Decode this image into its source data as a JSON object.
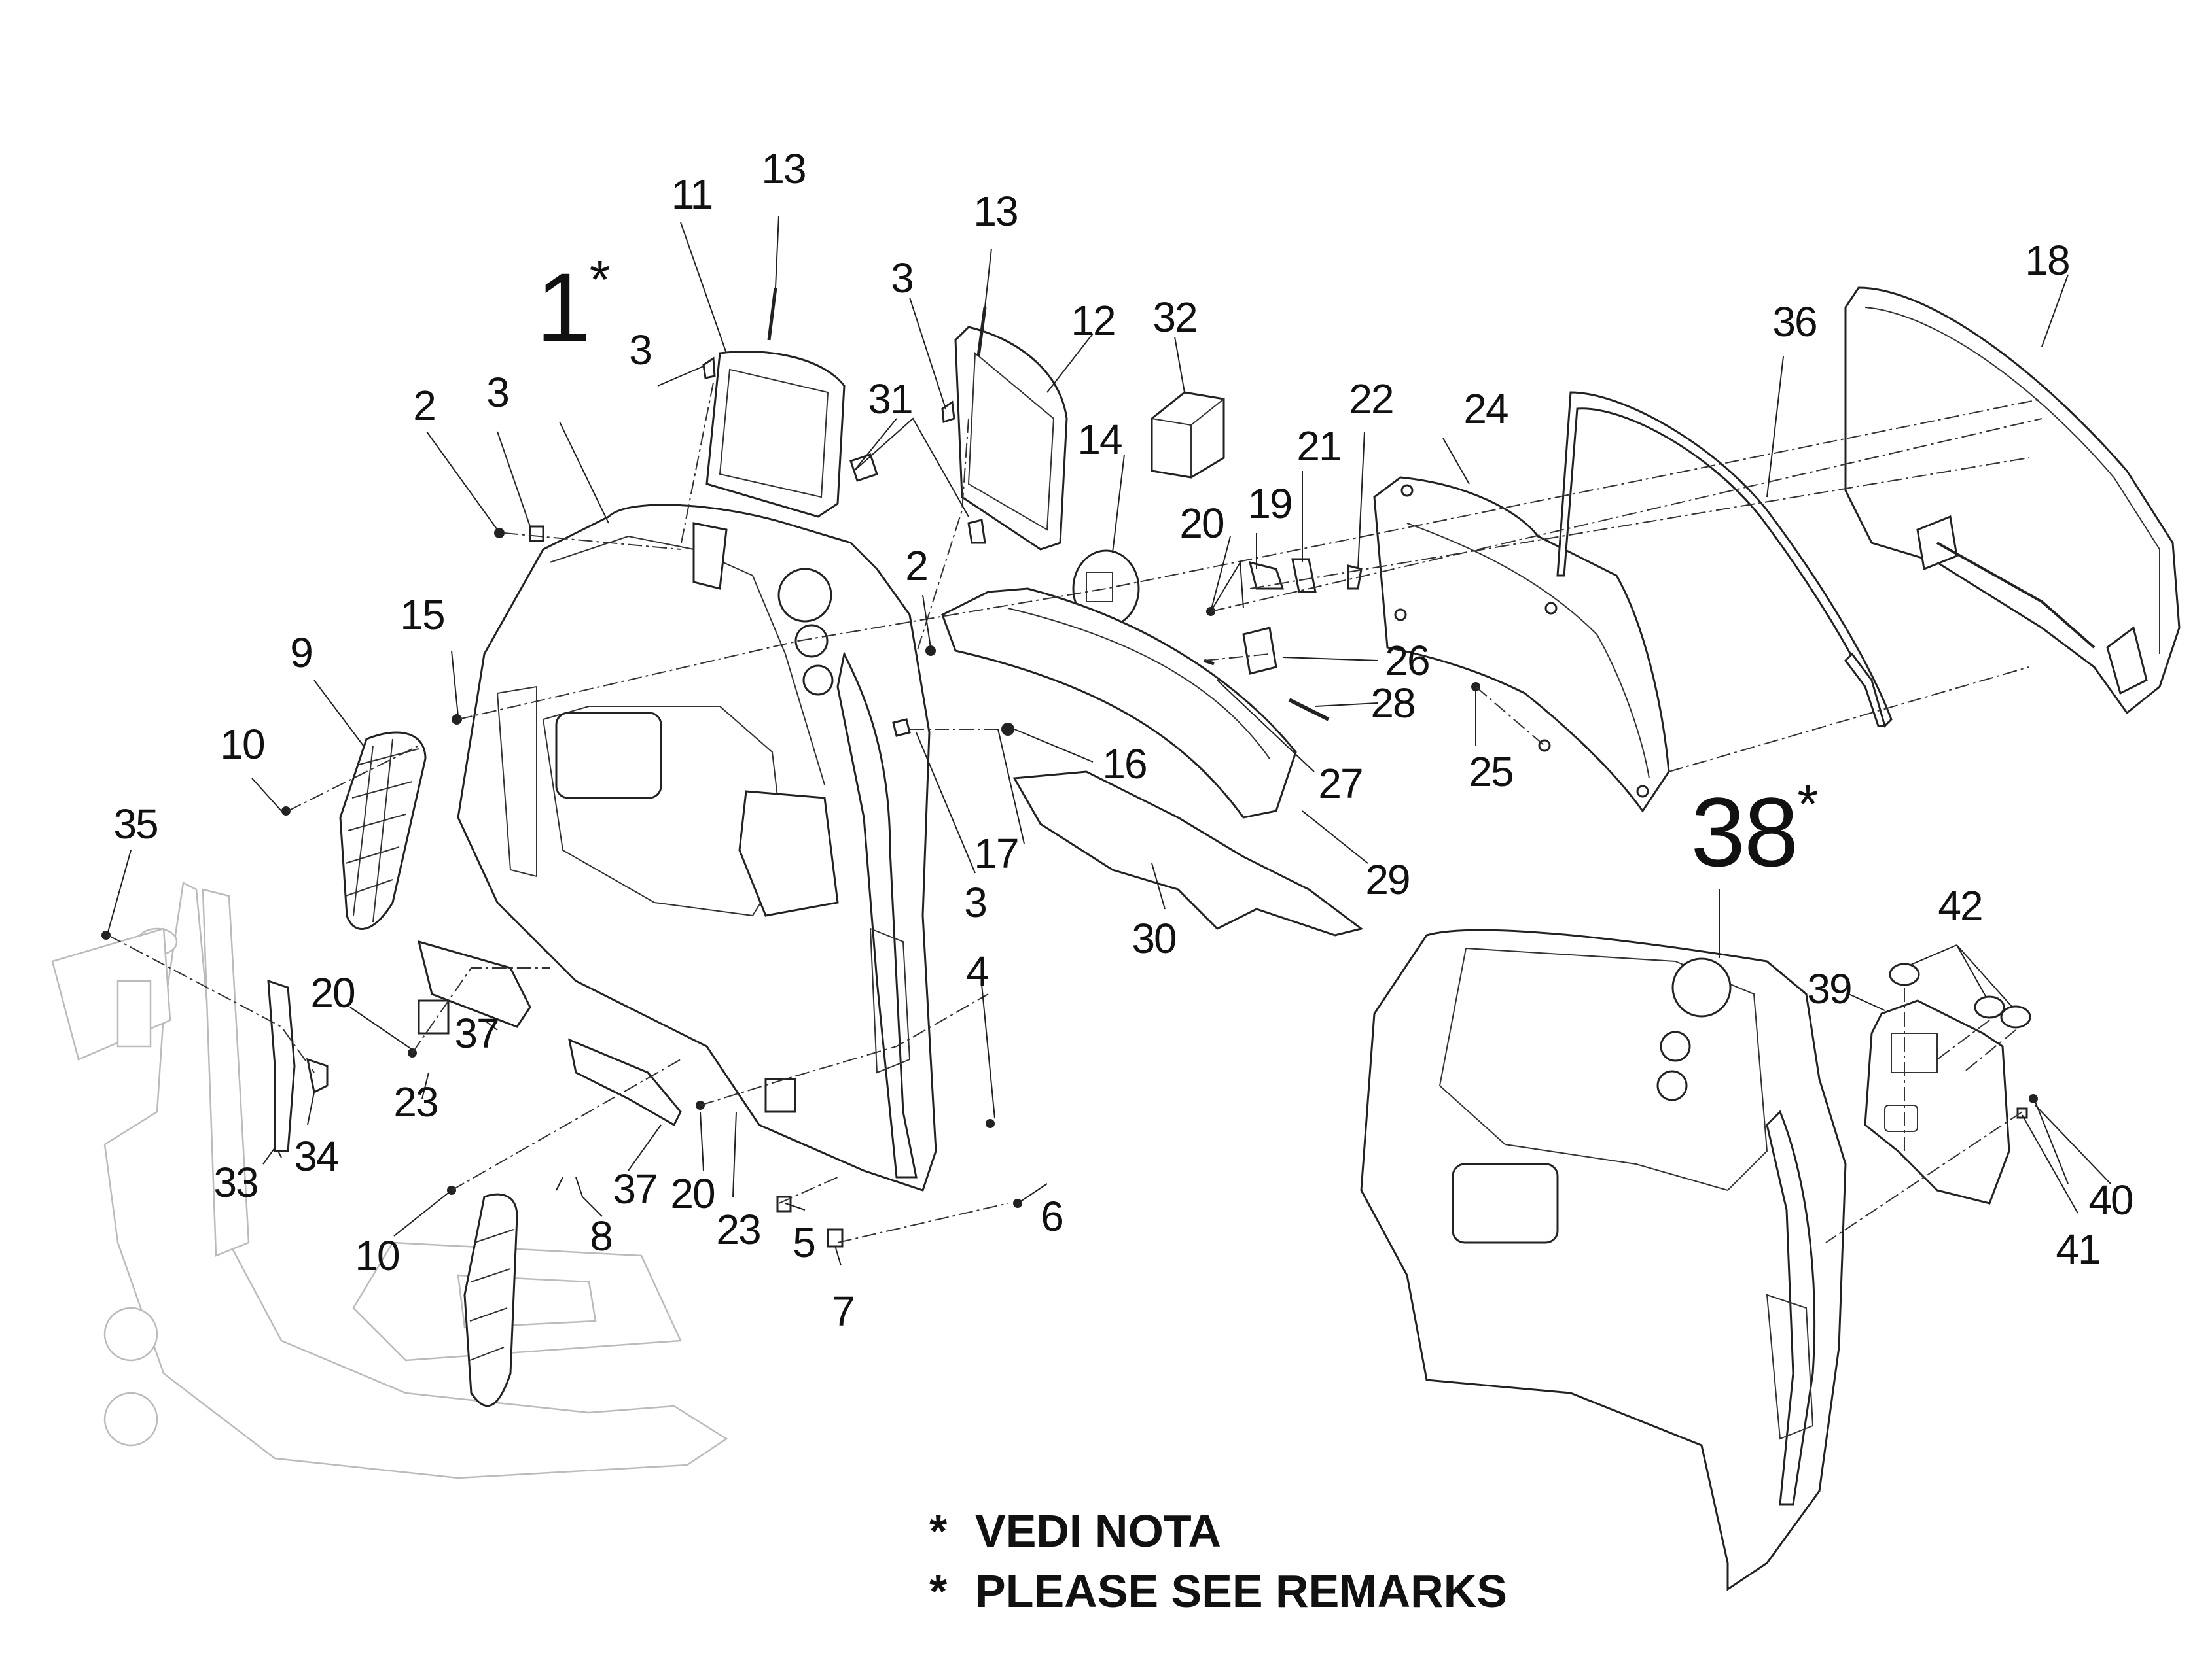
{
  "diagram": {
    "type": "exploded-parts-diagram",
    "main_assemblies": [
      {
        "ref": "1",
        "marker": "*"
      },
      {
        "ref": "38",
        "marker": "*"
      }
    ],
    "labels": [
      {
        "id": "l1",
        "text": "1",
        "star": "*"
      },
      {
        "id": "l2a",
        "text": "2"
      },
      {
        "id": "l2b",
        "text": "2"
      },
      {
        "id": "l3a",
        "text": "3"
      },
      {
        "id": "l3b",
        "text": "3"
      },
      {
        "id": "l3c",
        "text": "3"
      },
      {
        "id": "l3d",
        "text": "3"
      },
      {
        "id": "l4",
        "text": "4"
      },
      {
        "id": "l5",
        "text": "5"
      },
      {
        "id": "l6",
        "text": "6"
      },
      {
        "id": "l7",
        "text": "7"
      },
      {
        "id": "l8",
        "text": "8"
      },
      {
        "id": "l9",
        "text": "9"
      },
      {
        "id": "l10a",
        "text": "10"
      },
      {
        "id": "l10b",
        "text": "10"
      },
      {
        "id": "l11",
        "text": "11"
      },
      {
        "id": "l12",
        "text": "12"
      },
      {
        "id": "l13a",
        "text": "13"
      },
      {
        "id": "l13b",
        "text": "13"
      },
      {
        "id": "l14",
        "text": "14"
      },
      {
        "id": "l15",
        "text": "15"
      },
      {
        "id": "l16",
        "text": "16"
      },
      {
        "id": "l17",
        "text": "17"
      },
      {
        "id": "l18",
        "text": "18"
      },
      {
        "id": "l19",
        "text": "19"
      },
      {
        "id": "l20a",
        "text": "20"
      },
      {
        "id": "l20b",
        "text": "20"
      },
      {
        "id": "l20c",
        "text": "20"
      },
      {
        "id": "l21",
        "text": "21"
      },
      {
        "id": "l22",
        "text": "22"
      },
      {
        "id": "l23a",
        "text": "23"
      },
      {
        "id": "l23b",
        "text": "23"
      },
      {
        "id": "l24",
        "text": "24"
      },
      {
        "id": "l25",
        "text": "25"
      },
      {
        "id": "l26",
        "text": "26"
      },
      {
        "id": "l27",
        "text": "27"
      },
      {
        "id": "l28",
        "text": "28"
      },
      {
        "id": "l29",
        "text": "29"
      },
      {
        "id": "l30",
        "text": "30"
      },
      {
        "id": "l31",
        "text": "31"
      },
      {
        "id": "l32",
        "text": "32"
      },
      {
        "id": "l33",
        "text": "33"
      },
      {
        "id": "l34",
        "text": "34"
      },
      {
        "id": "l35",
        "text": "35"
      },
      {
        "id": "l36",
        "text": "36"
      },
      {
        "id": "l37a",
        "text": "37"
      },
      {
        "id": "l37b",
        "text": "37"
      },
      {
        "id": "l38",
        "text": "38",
        "star": "*"
      },
      {
        "id": "l39",
        "text": "39"
      },
      {
        "id": "l40",
        "text": "40"
      },
      {
        "id": "l41",
        "text": "41"
      },
      {
        "id": "l42",
        "text": "42"
      }
    ]
  },
  "remarks": {
    "marker": "*",
    "line1": "VEDI NOTA",
    "line2": "PLEASE SEE REMARKS"
  }
}
